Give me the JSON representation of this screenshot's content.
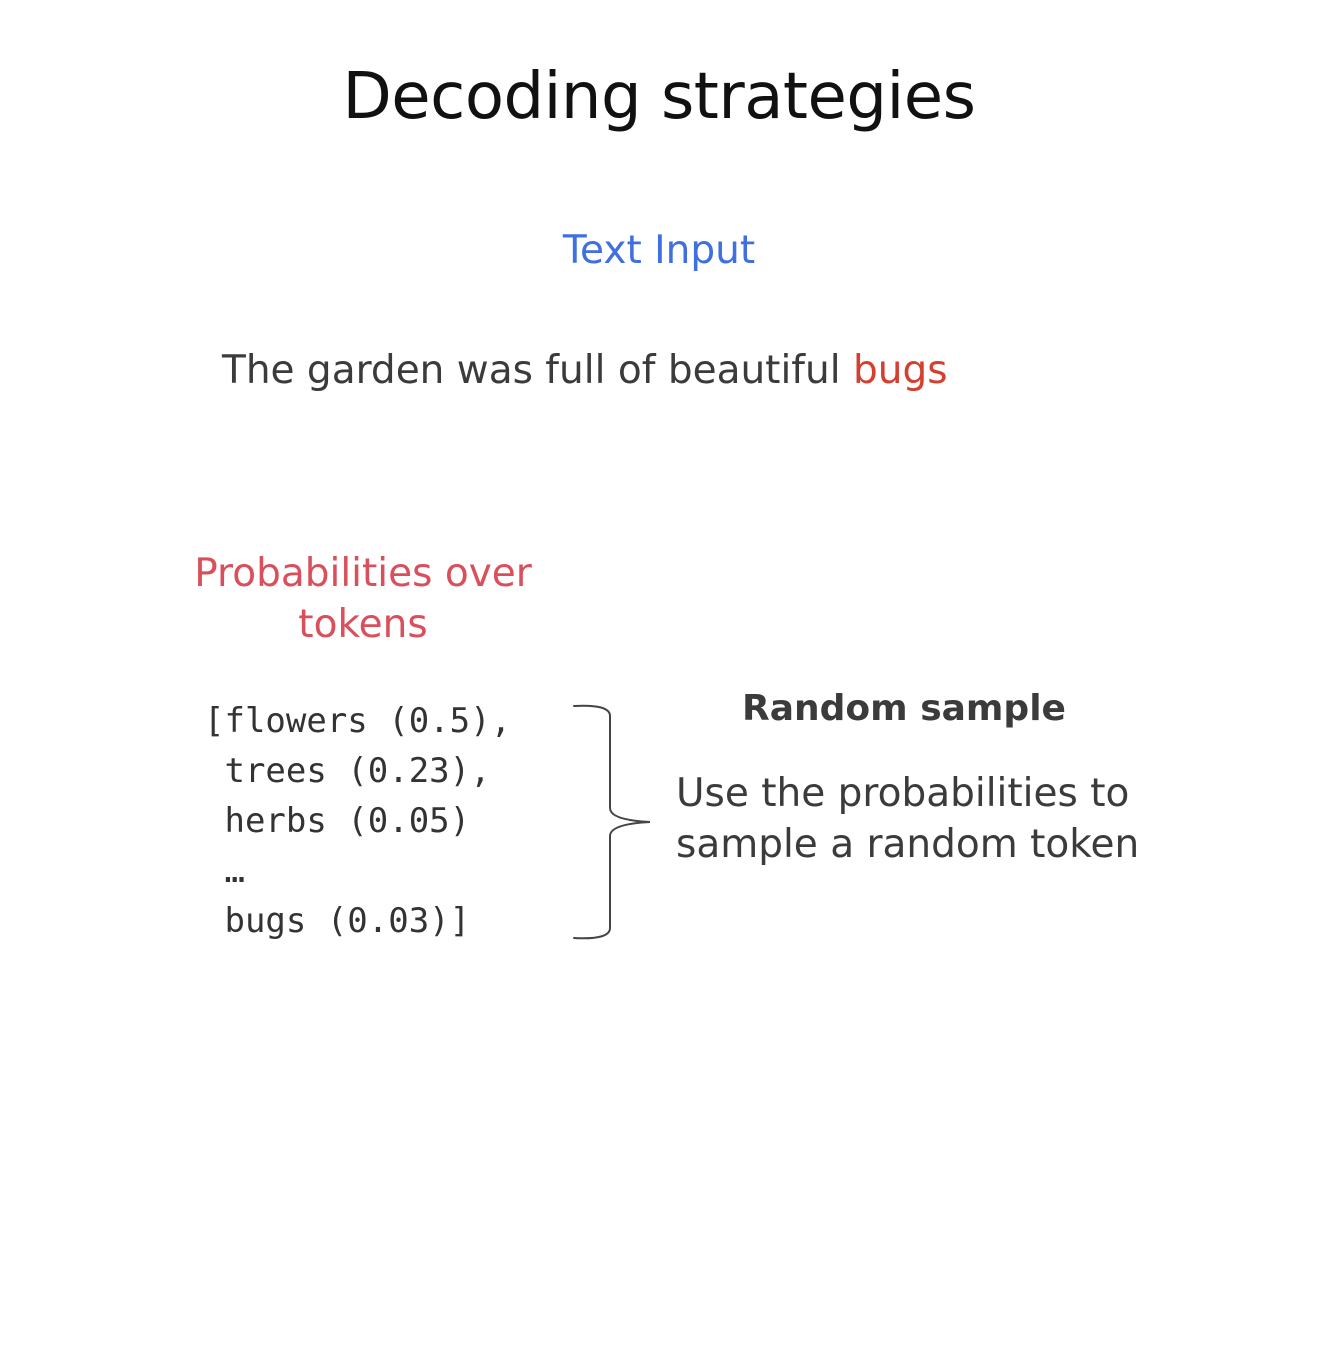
{
  "title": "Decoding strategies",
  "input_label": "Text Input",
  "sentence": {
    "prefix": "The garden was full of beautiful ",
    "highlighted_word": "bugs"
  },
  "probabilities_heading": "Probabilities over tokens",
  "token_list": [
    "[flowers (0.5),",
    " trees (0.23),",
    " herbs (0.05)",
    " …",
    " bugs (0.03)]"
  ],
  "method": {
    "title": "Random sample",
    "description": "Use the probabilities to sample a random token"
  },
  "colors": {
    "input_label": "#3f6fe0",
    "highlight": "#d43f2f",
    "probabilities_heading": "#d9505c",
    "body_text": "#3b3b3b"
  }
}
